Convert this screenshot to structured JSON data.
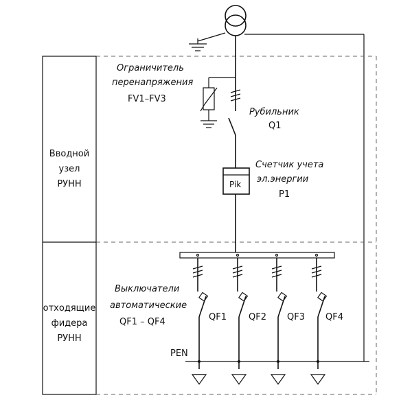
{
  "side_blocks": {
    "input_unit": [
      "Вводной",
      "узел",
      "РУНН"
    ],
    "feeders": [
      "отходящие",
      "фидера",
      "РУНН"
    ]
  },
  "labels": {
    "surge_limiter": [
      "Ограничитель",
      "перенапряжения",
      "FV1–FV3"
    ],
    "switch": [
      "Рубильник",
      "Q1"
    ],
    "meter": [
      "Счетчик учета",
      "эл.энергии",
      "P1"
    ],
    "meter_symbol": "Pik",
    "breakers": [
      "Выключатели",
      "автоматические",
      "QF1 – QF4"
    ],
    "pen": "PEN"
  },
  "feeders": [
    {
      "label": "QF1"
    },
    {
      "label": "QF2"
    },
    {
      "label": "QF3"
    },
    {
      "label": "QF4"
    }
  ]
}
